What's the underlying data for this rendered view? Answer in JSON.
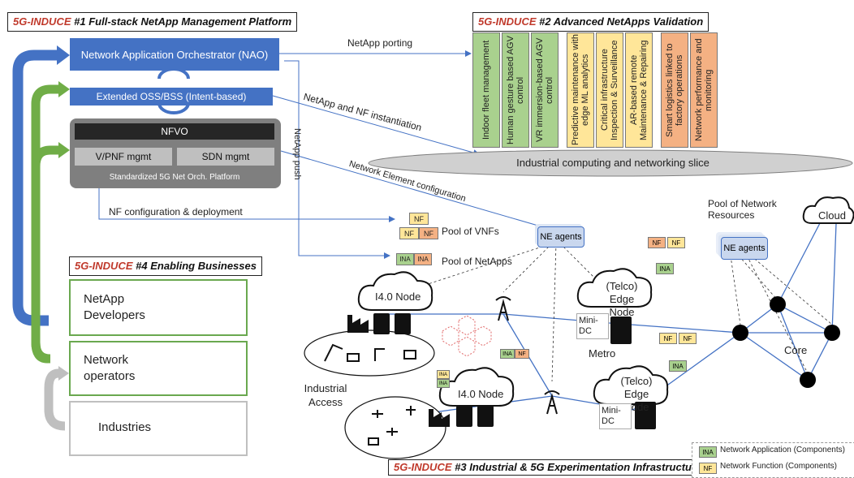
{
  "sections": {
    "s1": {
      "tag": "5G-INDUCE",
      "title": "#1 Full-stack NetApp Management Platform"
    },
    "s2": {
      "tag": "5G-INDUCE",
      "title": "#2 Advanced NetApps Validation"
    },
    "s3": {
      "tag": "5G-INDUCE",
      "title": "#3 Industrial & 5G Experimentation Infrastructure"
    },
    "s4": {
      "tag": "5G-INDUCE",
      "title": "#4 Enabling Businesses"
    }
  },
  "platform": {
    "nao": "Network Application Orchestrator (NAO)",
    "oss": "Extended OSS/BSS (Intent-based)",
    "nfvo": "NFVO",
    "vpnf": "V/PNF mgmt",
    "sdn": "SDN mgmt",
    "std": "Standardized 5G Net Orch. Platform"
  },
  "netapps": [
    {
      "label": "Indoor fleet management",
      "color": "#a9d18e"
    },
    {
      "label": "Human gesture based AGV control",
      "color": "#a9d18e"
    },
    {
      "label": "VR immersion-based AGV control",
      "color": "#a9d18e"
    },
    {
      "label": "Predictive maintenance with edge ML analytics",
      "color": "#ffe699"
    },
    {
      "label": "Critical infrastructure Inspection & Surveillance",
      "color": "#ffe699"
    },
    {
      "label": "AR-based remote Maintenance & Repairing",
      "color": "#ffe699"
    },
    {
      "label": "Smart logistics linked to factory operations",
      "color": "#f4b183"
    },
    {
      "label": "Network performance and monitoring",
      "color": "#f4b183"
    }
  ],
  "slice": "Industrial computing and networking slice",
  "flows": {
    "porting": "NetApp porting",
    "instantiation": "NetApp and NF instantiation",
    "push": "NetApp push",
    "ne_config": "Network Element configuration",
    "nf_config": "NF configuration & deployment"
  },
  "pools": {
    "vnfs": "Pool of VNFs",
    "netapps": "Pool of NetApps",
    "network_resources": "Pool of Network Resources",
    "ne_agents": "NE agents"
  },
  "chips": {
    "nf": "NF",
    "ina": "INA"
  },
  "businesses": [
    {
      "label": "NetApp Developers"
    },
    {
      "label": "Network operators"
    },
    {
      "label": "Industries"
    }
  ],
  "infra": {
    "i40_node": "I4.0 Node",
    "edge_node": "(Telco) Edge Node",
    "mini_dc": "Mini-DC",
    "metro": "Metro",
    "core": "Core",
    "cloud": "Cloud",
    "industrial_access": "Industrial Access"
  },
  "legend": {
    "ina": "Network Application (Components)",
    "nf": "Network Function (Components)"
  },
  "colors": {
    "blue": "#4472c4",
    "green": "#70ad47",
    "grey": "#bfbfbf",
    "dark": "#404040",
    "ina_green": "#a9d18e",
    "nf_orange": "#f4b183",
    "nf_yellow": "#ffe699"
  }
}
